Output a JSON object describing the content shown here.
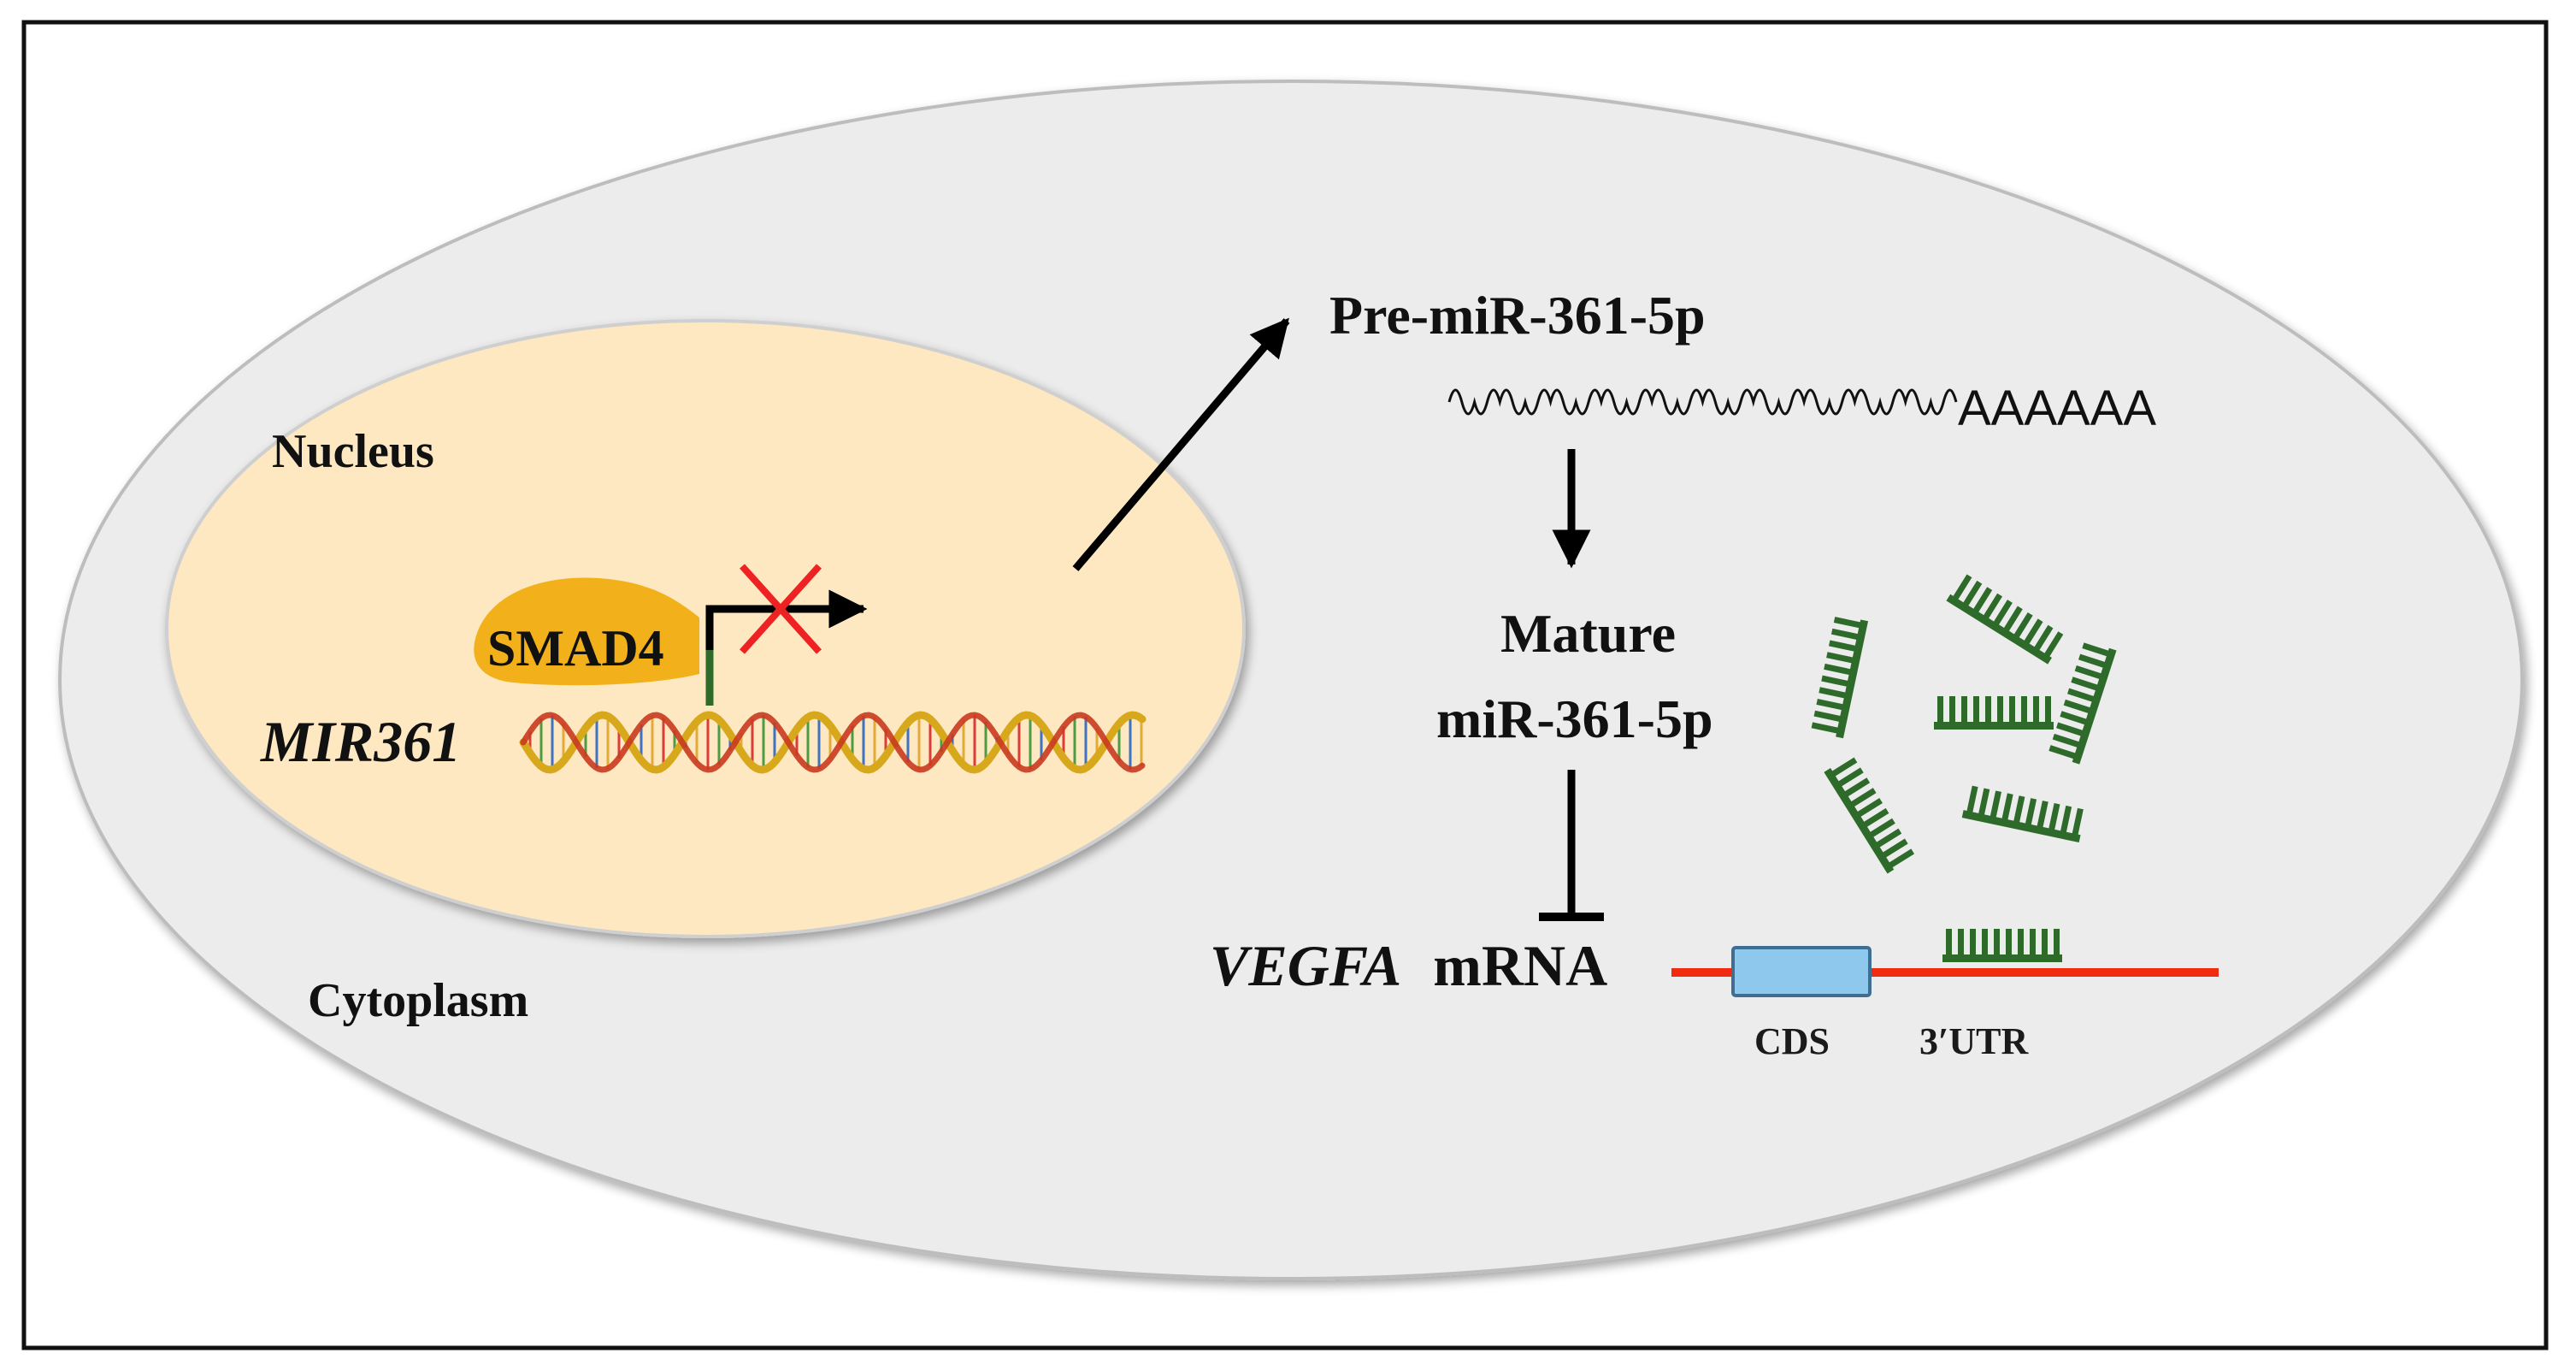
{
  "labels": {
    "nucleus": "Nucleus",
    "cytoplasm": "Cytoplasm",
    "smad4": "SMAD4",
    "gene": "MIR361",
    "pre_mirna": "Pre-miR-361-5p",
    "poly_a": "AAAAAA",
    "mature_line1": "Mature",
    "mature_line2": "miR-361-5p",
    "target_gene": "VEGFA",
    "target_suffix": "mRNA",
    "cds": "CDS",
    "utr": "3′UTR"
  },
  "colors": {
    "cell": "#ececec",
    "nucleus": "#fde8c2",
    "smad4": "#f2b11a",
    "mirna": "#2e6b2b",
    "mrna_line": "#f02b10",
    "cds_box": "#8ec8ec",
    "inhibit_cross": "#ee2222",
    "dna_strand_a": "#d8a81c",
    "dna_strand_b": "#c93a1f",
    "arrow": "#000000"
  },
  "icons": {
    "blocked_transcription": "red-x-icon",
    "dna": "dna-double-helix-icon",
    "mirna": "mirna-duplex-icon"
  }
}
